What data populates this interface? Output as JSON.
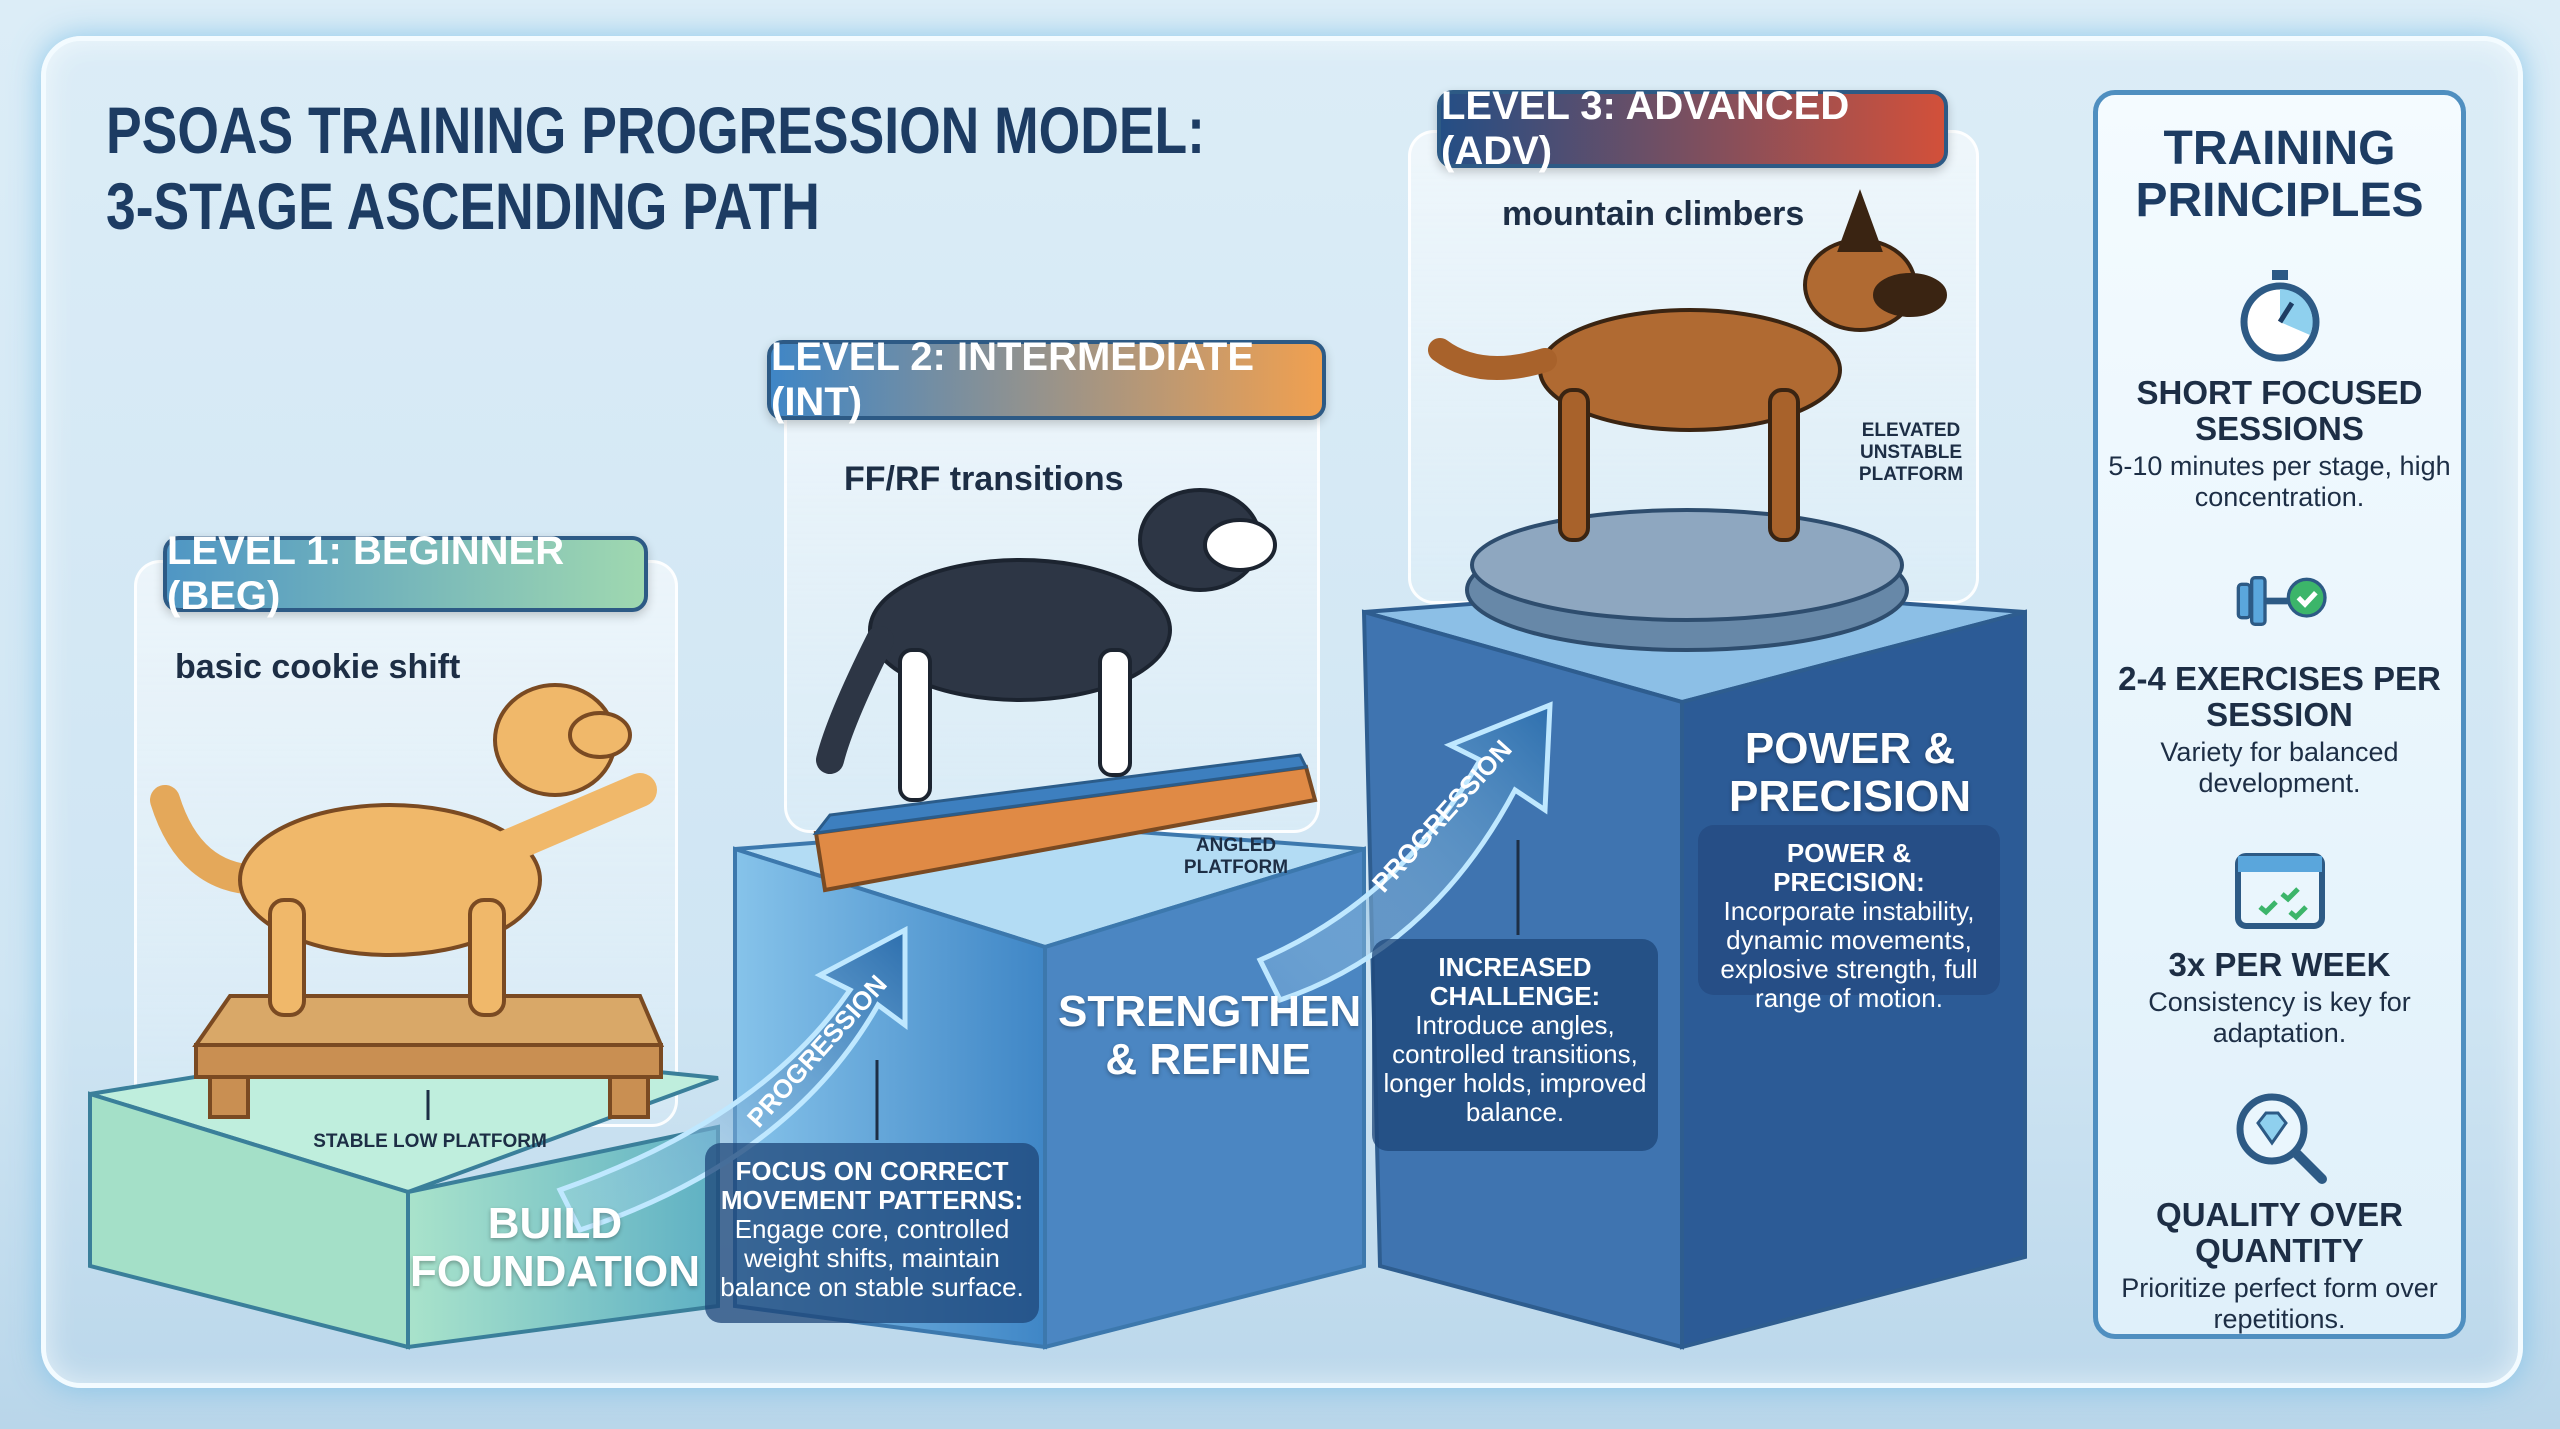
{
  "title": {
    "line1": "PSOAS TRAINING PROGRESSION MODEL:",
    "line2": "3-STAGE ASCENDING PATH"
  },
  "levels": [
    {
      "label": "LEVEL 1: BEGINNER (BEG)",
      "exercise": "basic cookie shift",
      "platform": "STABLE LOW PLATFORM",
      "stage": "BUILD FOUNDATION",
      "box_title": "FOCUS ON CORRECT MOVEMENT PATTERNS:",
      "box_text": "Engage core, controlled weight shifts, maintain balance on stable surface."
    },
    {
      "label": "LEVEL 2: INTERMEDIATE (INT)",
      "exercise": "FF/RF transitions",
      "platform": "ANGLED PLATFORM",
      "stage": "STRENGTHEN & REFINE",
      "box_title": "INCREASED CHALLENGE:",
      "box_text": "Introduce angles, controlled transitions, longer holds, improved balance."
    },
    {
      "label": "LEVEL 3: ADVANCED (ADV)",
      "exercise": "mountain climbers",
      "platform": "ELEVATED UNSTABLE PLATFORM",
      "stage": "POWER & PRECISION",
      "box_title": "POWER & PRECISION:",
      "box_text": "Incorporate instability, dynamic movements, explosive strength, full range of motion."
    }
  ],
  "arrow_label": "PROGRESSION",
  "principles": {
    "title": "TRAINING PRINCIPLES",
    "items": [
      {
        "icon": "stopwatch-icon",
        "heading": "SHORT FOCUSED SESSIONS",
        "text": "5-10 minutes per stage, high concentration."
      },
      {
        "icon": "dumbbell-check-icon",
        "heading": "2-4 EXERCISES PER SESSION",
        "text": "Variety for balanced development."
      },
      {
        "icon": "calendar-icon",
        "heading": "3x PER WEEK",
        "text": "Consistency is key for adaptation."
      },
      {
        "icon": "diamond-magnifier-icon",
        "heading": "QUALITY OVER QUANTITY",
        "text": "Prioritize perfect form over repetitions."
      }
    ]
  },
  "colors": {
    "navy": "#1d3c63",
    "level1": "#7fd0b0",
    "level2": "#5aa6dc",
    "level3": "#2f5f9e",
    "check": "#3cb56a"
  }
}
